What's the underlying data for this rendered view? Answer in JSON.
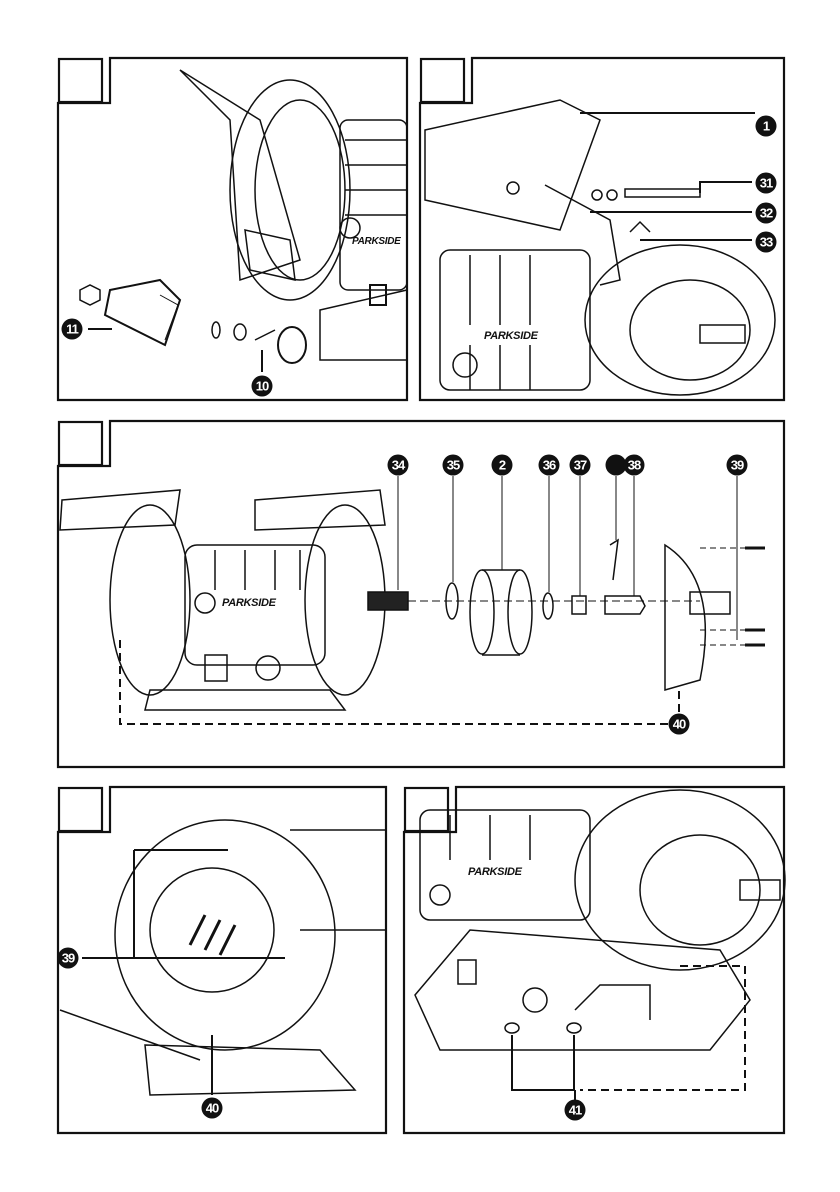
{
  "figures": [
    {
      "id": "fig-a",
      "callouts": [
        "11",
        "10"
      ],
      "brand": "PARKSIDE"
    },
    {
      "id": "fig-b",
      "callouts": [
        "1",
        "31",
        "32",
        "33"
      ],
      "brand": "PARKSIDE"
    },
    {
      "id": "fig-c",
      "callouts": [
        "34",
        "35",
        "2",
        "36",
        "37",
        "",
        "38",
        "39",
        "40"
      ],
      "brand": "PARKSIDE"
    },
    {
      "id": "fig-d",
      "callouts": [
        "39",
        "40"
      ]
    },
    {
      "id": "fig-e",
      "callouts": [
        "41"
      ],
      "brand": "PARKSIDE"
    }
  ],
  "colors": {
    "ink": "#111111",
    "paper": "#ffffff",
    "shade": "#8a8a8a"
  }
}
